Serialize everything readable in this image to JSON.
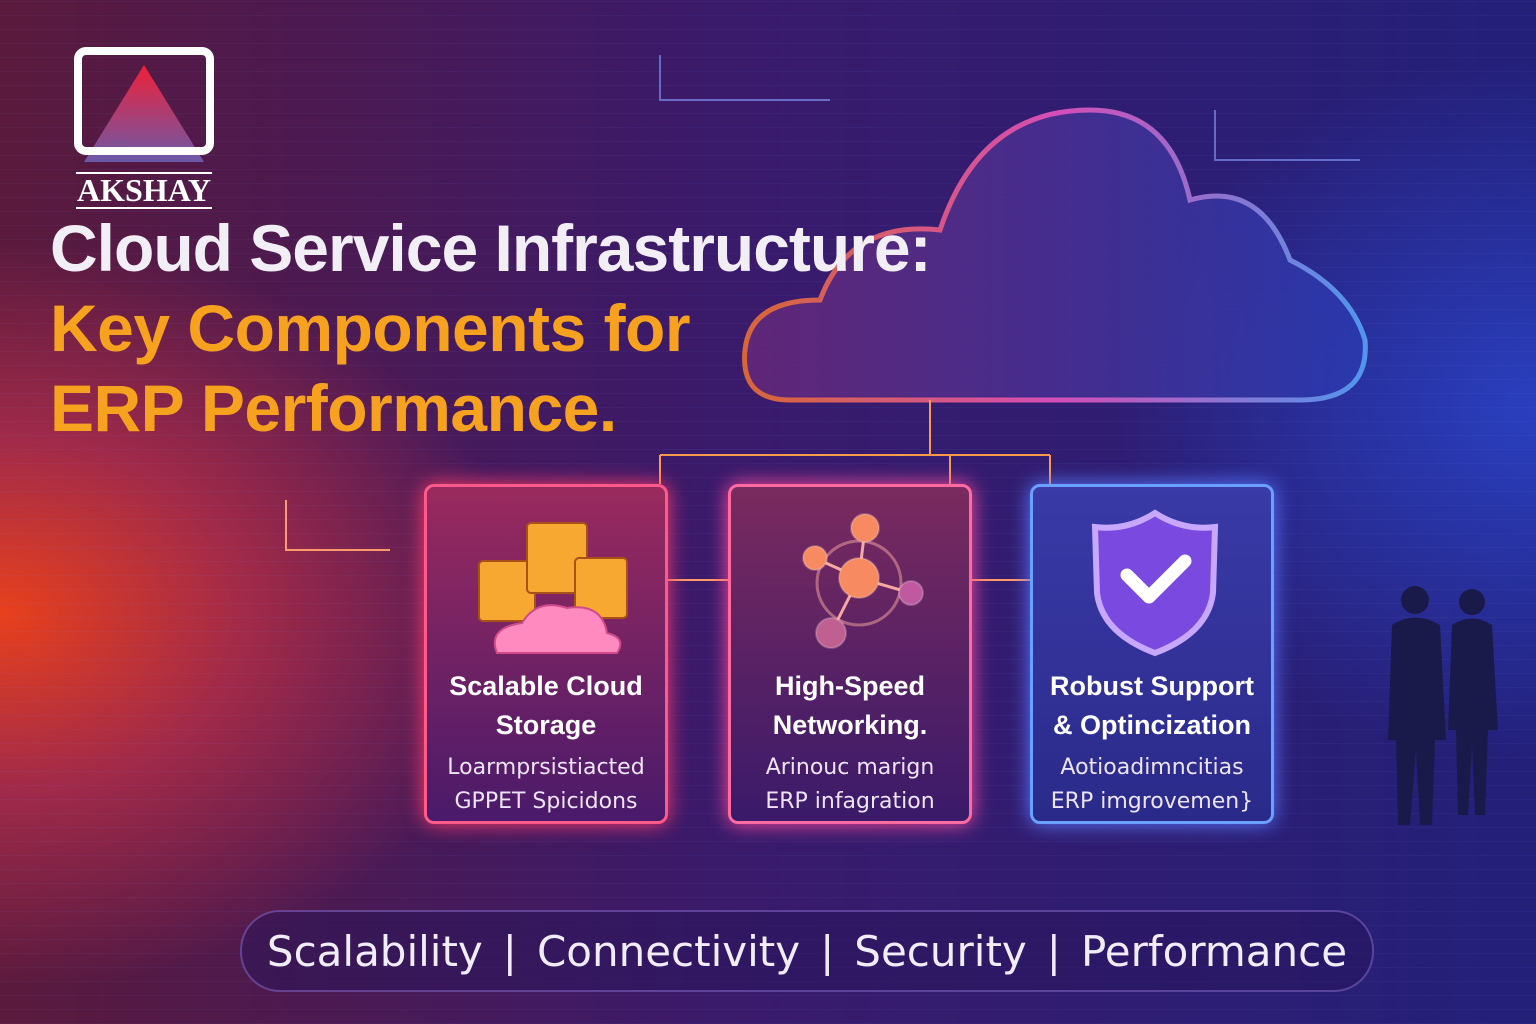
{
  "brand": {
    "name": "AKSHAY"
  },
  "headline": {
    "line1": "Cloud Service Infrastructure:",
    "line2": "Key Components for",
    "line3": "ERP Performance."
  },
  "cards": [
    {
      "title1": "Scalable Cloud",
      "title2": "Storage",
      "sub1": "Loarmprsistiacted",
      "sub2": "GPPET Spicidons",
      "icon": "database-cloud-icon"
    },
    {
      "title1": "High-Speed",
      "title2": "Networking.",
      "sub1": "Arinouc marign",
      "sub2": "ERP infagration",
      "icon": "network-nodes-icon"
    },
    {
      "title1": "Robust Support",
      "title2": "& Optincization",
      "sub1": "Aotioadimncitias",
      "sub2": "ERP imgrovemen}",
      "icon": "shield-check-icon"
    }
  ],
  "footer": {
    "items": [
      "Scalability",
      "Connectivity",
      "Security",
      "Performance"
    ],
    "sep": "|"
  },
  "colors": {
    "accent": "#f7a21f",
    "title": "#f2eef5"
  }
}
